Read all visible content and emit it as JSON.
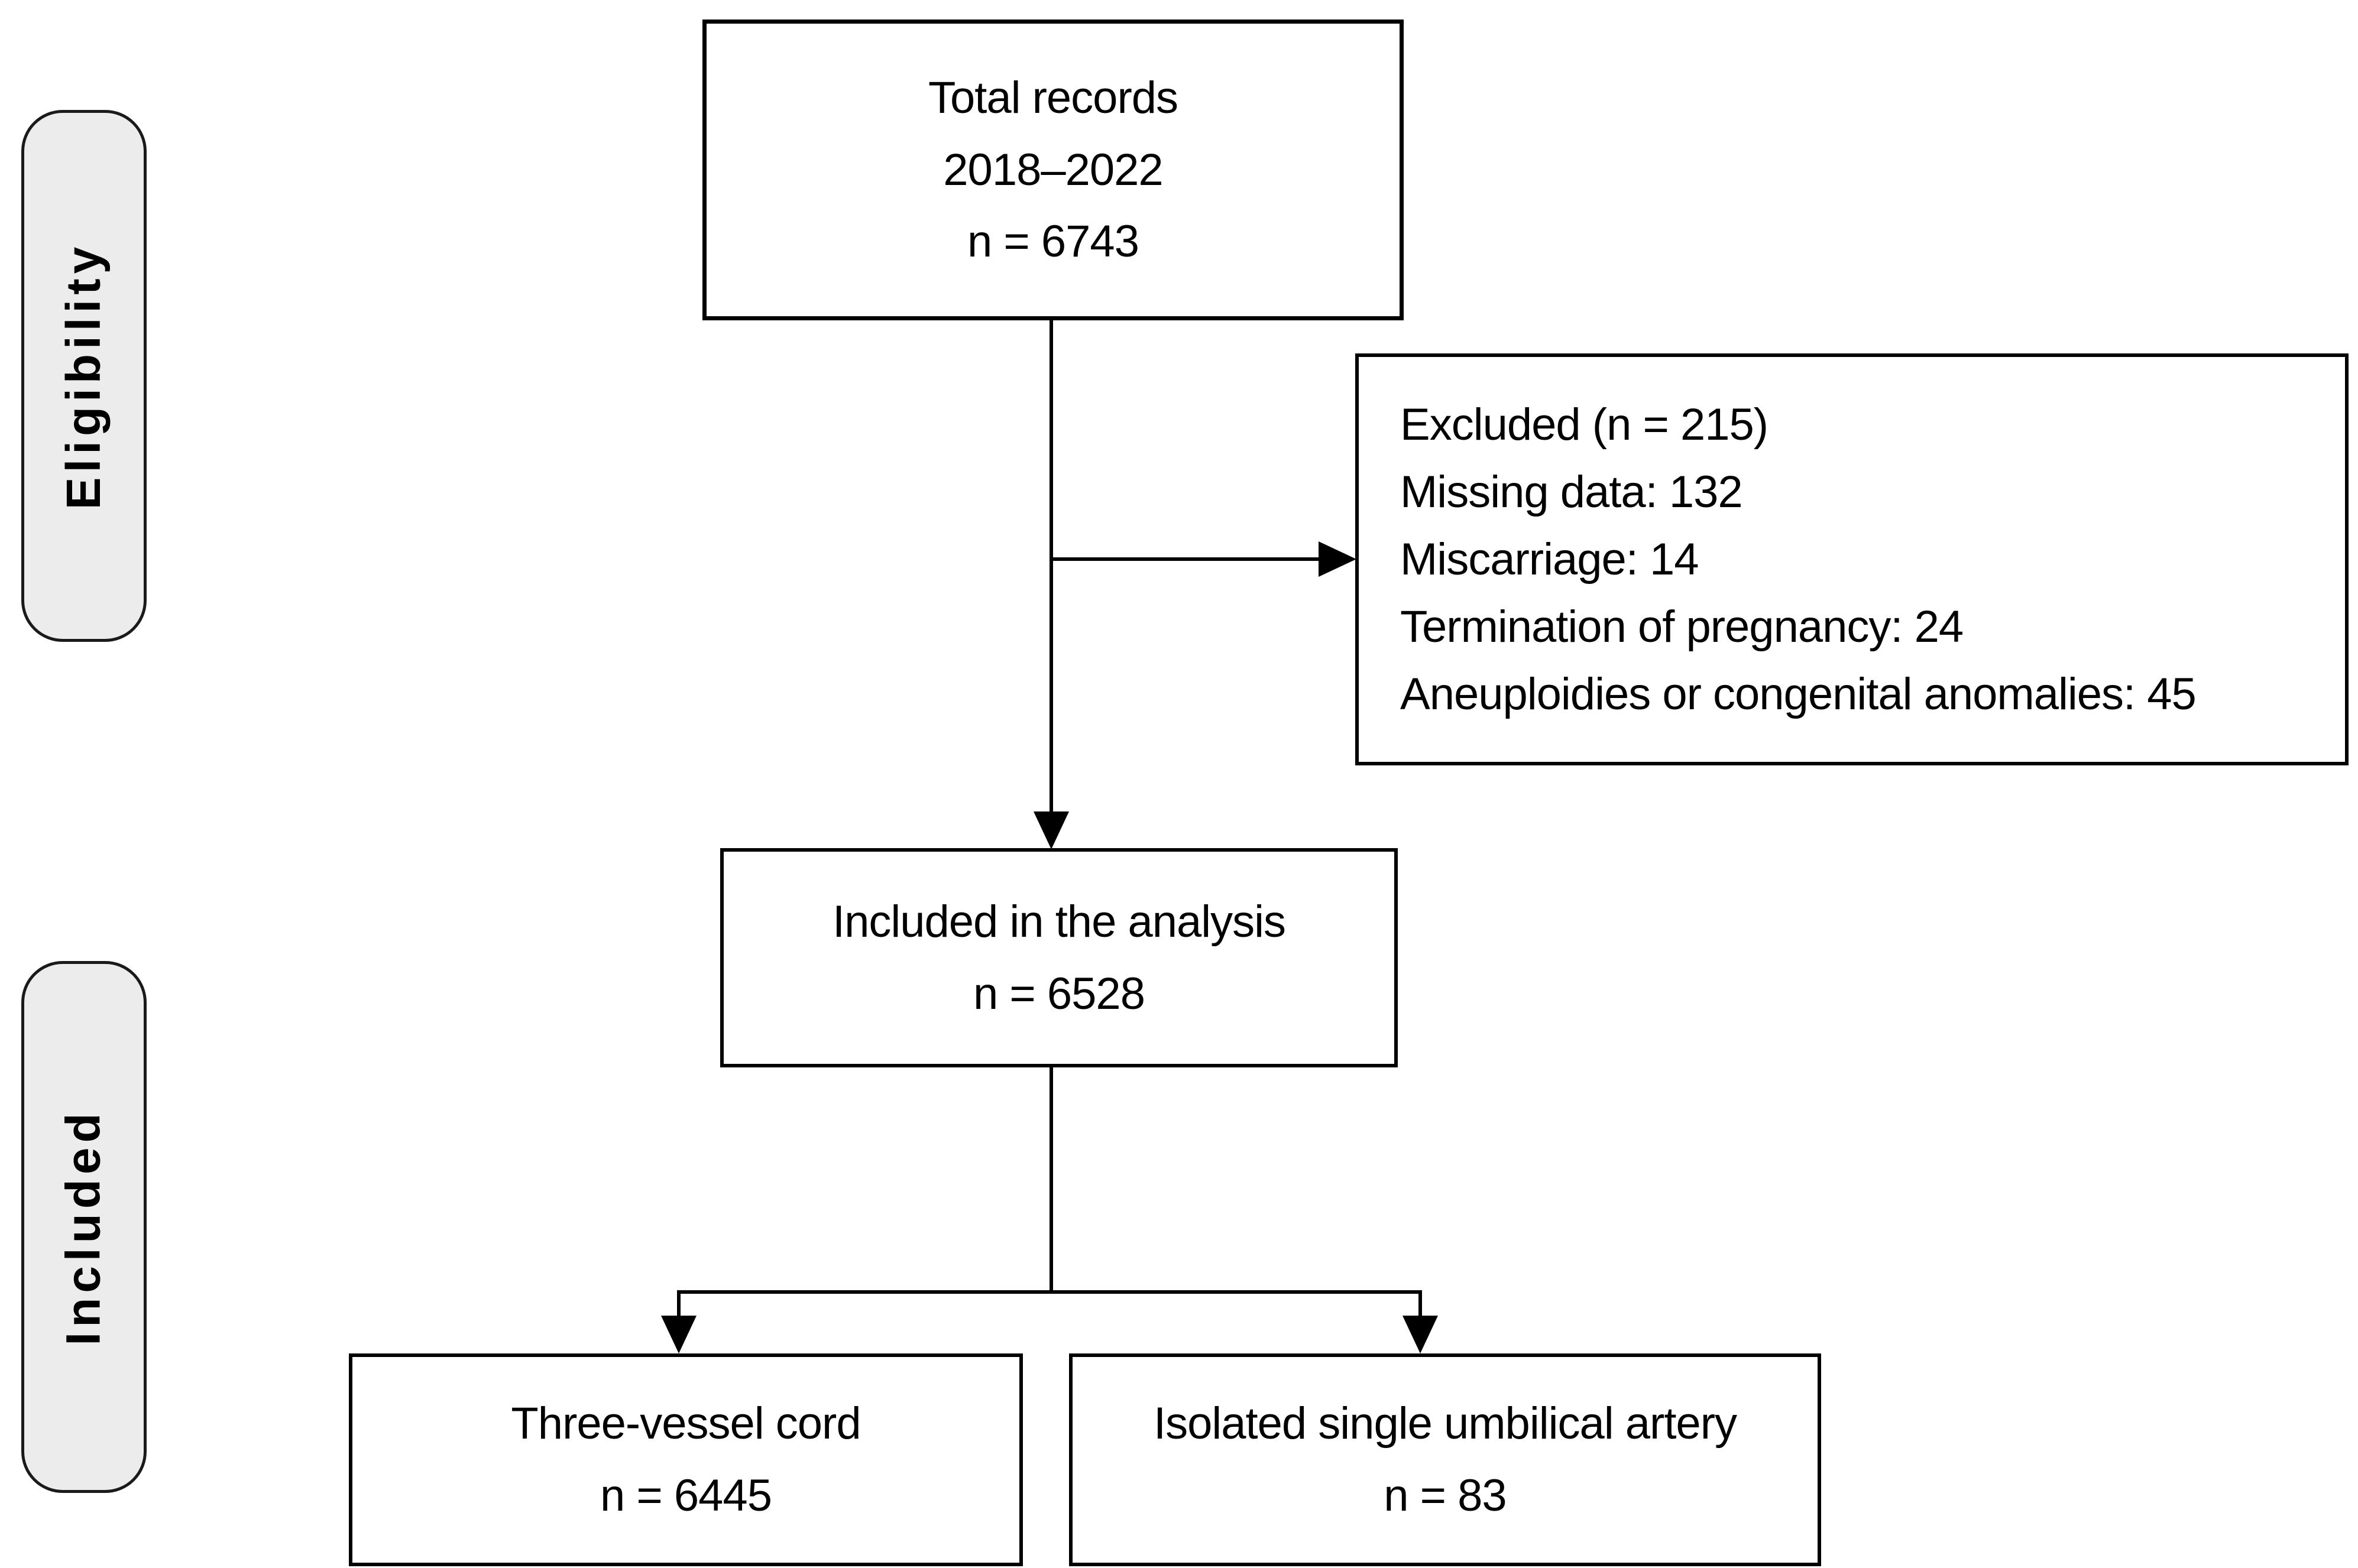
{
  "figure": {
    "stages": {
      "eligibility": "Eligibility",
      "included": "Included"
    },
    "nodes": {
      "total_records": {
        "lines": [
          "Total records",
          "2018–2022",
          "n = 6743"
        ]
      },
      "excluded": {
        "lines": [
          "Excluded (n = 215)",
          "Missing data: 132",
          "Miscarriage: 14",
          "Termination of pregnancy: 24",
          "Aneuploidies or congenital anomalies: 45"
        ]
      },
      "included_in_analysis": {
        "lines": [
          "Included in the analysis",
          "n = 6528"
        ]
      },
      "three_vessel_cord": {
        "lines": [
          "Three-vessel cord",
          "n = 6445"
        ]
      },
      "isolated_single_umbilical_artery": {
        "lines": [
          "Isolated single umbilical artery",
          "n = 83"
        ]
      }
    },
    "colors": {
      "node_border": "#000000",
      "node_fill": "#ffffff",
      "stage_fill": "#ececec",
      "connector": "#000000",
      "text": "#000000"
    }
  }
}
